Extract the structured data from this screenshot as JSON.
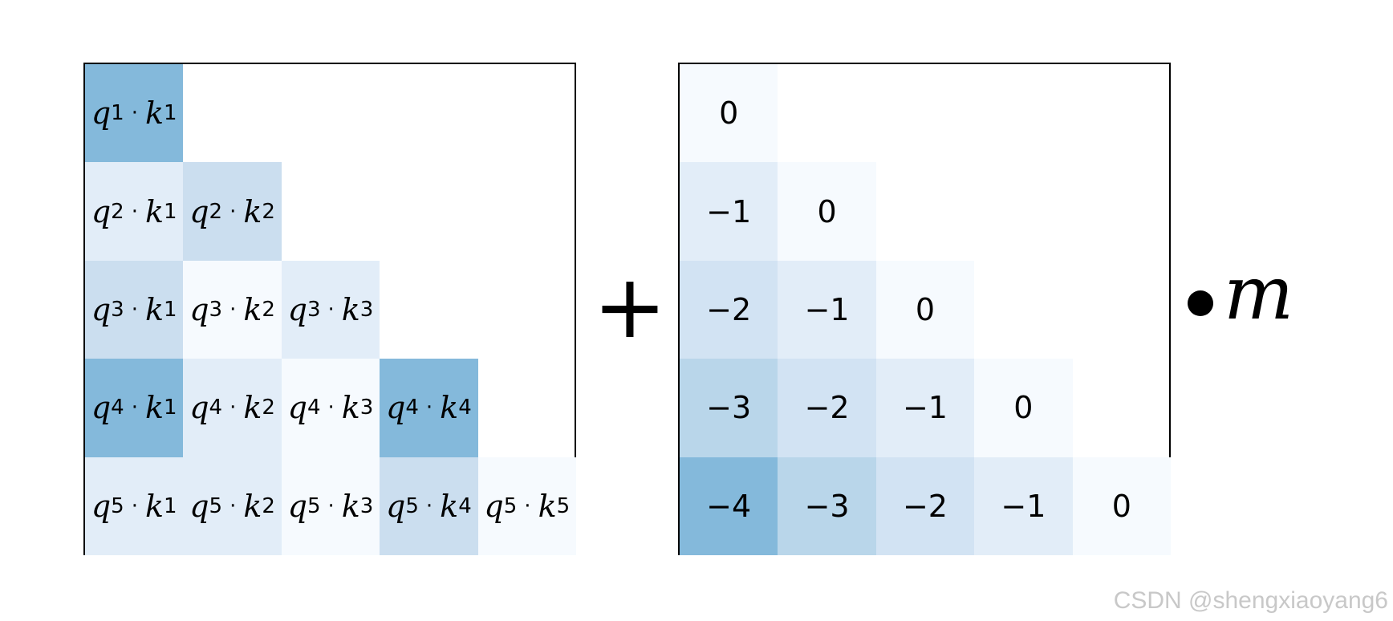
{
  "qk_matrix": {
    "cells": [
      {
        "row": 1,
        "col": 1,
        "q": "q",
        "q_sub": "1",
        "k": "k",
        "k_sub": "1",
        "shade": "#84b9db"
      },
      {
        "row": 2,
        "col": 1,
        "q": "q",
        "q_sub": "2",
        "k": "k",
        "k_sub": "1",
        "shade": "#e2edf8"
      },
      {
        "row": 2,
        "col": 2,
        "q": "q",
        "q_sub": "2",
        "k": "k",
        "k_sub": "2",
        "shade": "#cbdeef"
      },
      {
        "row": 3,
        "col": 1,
        "q": "q",
        "q_sub": "3",
        "k": "k",
        "k_sub": "1",
        "shade": "#cbdeef"
      },
      {
        "row": 3,
        "col": 2,
        "q": "q",
        "q_sub": "3",
        "k": "k",
        "k_sub": "2",
        "shade": "#f6fafe"
      },
      {
        "row": 3,
        "col": 3,
        "q": "q",
        "q_sub": "3",
        "k": "k",
        "k_sub": "3",
        "shade": "#e2edf8"
      },
      {
        "row": 4,
        "col": 1,
        "q": "q",
        "q_sub": "4",
        "k": "k",
        "k_sub": "1",
        "shade": "#84b9db"
      },
      {
        "row": 4,
        "col": 2,
        "q": "q",
        "q_sub": "4",
        "k": "k",
        "k_sub": "2",
        "shade": "#e2edf8"
      },
      {
        "row": 4,
        "col": 3,
        "q": "q",
        "q_sub": "4",
        "k": "k",
        "k_sub": "3",
        "shade": "#f6fafe"
      },
      {
        "row": 4,
        "col": 4,
        "q": "q",
        "q_sub": "4",
        "k": "k",
        "k_sub": "4",
        "shade": "#84b9db"
      },
      {
        "row": 5,
        "col": 1,
        "q": "q",
        "q_sub": "5",
        "k": "k",
        "k_sub": "1",
        "shade": "#e2edf8"
      },
      {
        "row": 5,
        "col": 2,
        "q": "q",
        "q_sub": "5",
        "k": "k",
        "k_sub": "2",
        "shade": "#e2edf8"
      },
      {
        "row": 5,
        "col": 3,
        "q": "q",
        "q_sub": "5",
        "k": "k",
        "k_sub": "3",
        "shade": "#f6fafe"
      },
      {
        "row": 5,
        "col": 4,
        "q": "q",
        "q_sub": "5",
        "k": "k",
        "k_sub": "4",
        "shade": "#cbdeef"
      },
      {
        "row": 5,
        "col": 5,
        "q": "q",
        "q_sub": "5",
        "k": "k",
        "k_sub": "5",
        "shade": "#f6fafe"
      }
    ]
  },
  "operator_plus": "+",
  "bias_matrix": {
    "cells": [
      {
        "row": 1,
        "col": 1,
        "value": "0",
        "shade": "#f6fafe"
      },
      {
        "row": 2,
        "col": 1,
        "value": "−1",
        "shade": "#e2edf8"
      },
      {
        "row": 2,
        "col": 2,
        "value": "0",
        "shade": "#f6fafe"
      },
      {
        "row": 3,
        "col": 1,
        "value": "−2",
        "shade": "#d2e3f3"
      },
      {
        "row": 3,
        "col": 2,
        "value": "−1",
        "shade": "#e2edf8"
      },
      {
        "row": 3,
        "col": 3,
        "value": "0",
        "shade": "#f6fafe"
      },
      {
        "row": 4,
        "col": 1,
        "value": "−3",
        "shade": "#b9d6ea"
      },
      {
        "row": 4,
        "col": 2,
        "value": "−2",
        "shade": "#d2e3f3"
      },
      {
        "row": 4,
        "col": 3,
        "value": "−1",
        "shade": "#e2edf8"
      },
      {
        "row": 4,
        "col": 4,
        "value": "0",
        "shade": "#f6fafe"
      },
      {
        "row": 5,
        "col": 1,
        "value": "−4",
        "shade": "#84b9db"
      },
      {
        "row": 5,
        "col": 2,
        "value": "−3",
        "shade": "#b9d6ea"
      },
      {
        "row": 5,
        "col": 3,
        "value": "−2",
        "shade": "#d2e3f3"
      },
      {
        "row": 5,
        "col": 4,
        "value": "−1",
        "shade": "#e2edf8"
      },
      {
        "row": 5,
        "col": 5,
        "value": "0",
        "shade": "#f6fafe"
      }
    ]
  },
  "scalar_label": "m",
  "watermark": "CSDN @shengxiaoyang6"
}
